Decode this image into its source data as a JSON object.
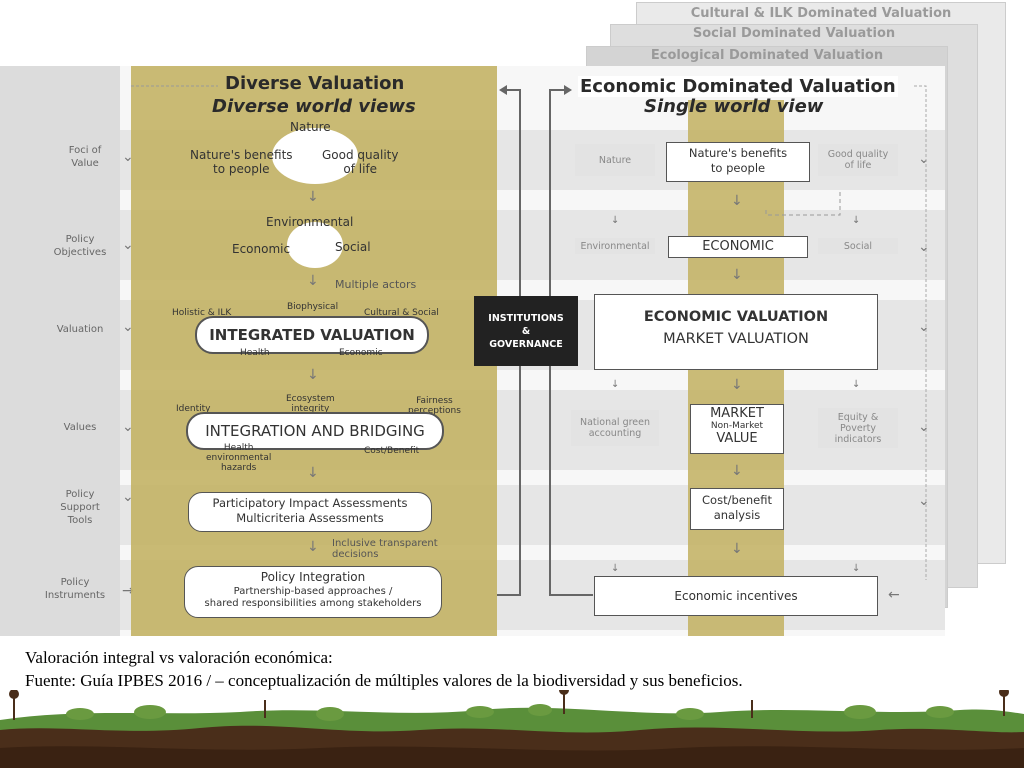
{
  "stacked_titles": [
    "Cultural & ILK Dominated Valuation",
    "Social Dominated Valuation",
    "Ecological Dominated Valuation"
  ],
  "row_labels": [
    {
      "id": "foci",
      "text": "Foci of\nValue"
    },
    {
      "id": "policy-obj",
      "text": "Policy\nObjectives"
    },
    {
      "id": "valuation",
      "text": "Valuation"
    },
    {
      "id": "values",
      "text": "Values"
    },
    {
      "id": "tools",
      "text": "Policy\nSupport\nTools"
    },
    {
      "id": "instruments",
      "text": "Policy\nInstruments"
    }
  ],
  "diverse": {
    "title": "Diverse Valuation",
    "subtitle": "Diverse world views",
    "nature": "Nature",
    "benefits": "Nature's benefits\nto people",
    "quality": "Good quality\nof life",
    "environmental": "Environmental",
    "economic": "Economic",
    "social": "Social",
    "multiple_actors": "Multiple actors",
    "holistic": "Holistic & ILK",
    "biophysical": "Biophysical",
    "cultural_social": "Cultural & Social",
    "integrated": "INTEGRATED VALUATION",
    "health": "Health",
    "economic2": "Economic",
    "identity": "Identity",
    "ecosystem": "Ecosystem\nintegrity",
    "fairness": "Fairness\nperceptions",
    "bridging": "INTEGRATION AND BRIDGING",
    "health_env": "Health\nenvironmental\nhazards",
    "cost_benefit": "Cost/Benefit",
    "assessments": "Participatory Impact Assessments\nMulticriteria Assessments",
    "inclusive": "Inclusive transparent\ndecisions",
    "policy_integration": "Policy Integration",
    "partnership": "Partnership-based approaches /\nshared responsibilities among stakeholders"
  },
  "institutions": "INSTITUTIONS\n&\nGOVERNANCE",
  "economic_side": {
    "title": "Economic Dominated Valuation",
    "subtitle": "Single world view",
    "nature": "Nature",
    "benefits": "Nature's benefits\nto people",
    "quality": "Good quality\nof life",
    "environmental": "Environmental",
    "economic": "ECONOMIC",
    "social": "Social",
    "valuation1": "ECONOMIC VALUATION",
    "valuation2": "MARKET VALUATION",
    "national": "National green\naccounting",
    "market": "MARKET",
    "non_market": "Non-Market",
    "value": "VALUE",
    "equity": "Equity &\nPoverty\nindicators",
    "cba": "Cost/benefit\nanalysis",
    "incentives": "Economic incentives"
  },
  "caption_line1": "Valoración integral vs valoración económica:",
  "caption_line2": "Fuente: Guía IPBES 2016 / – conceptualización  de múltiples valores de la biodiversidad y sus beneficios.",
  "colors": {
    "olive": "#c4b468",
    "olive_dark": "#b4a355",
    "black_box": "#222222",
    "ground": "#4a2e1a",
    "green": "#5a8f3a"
  }
}
